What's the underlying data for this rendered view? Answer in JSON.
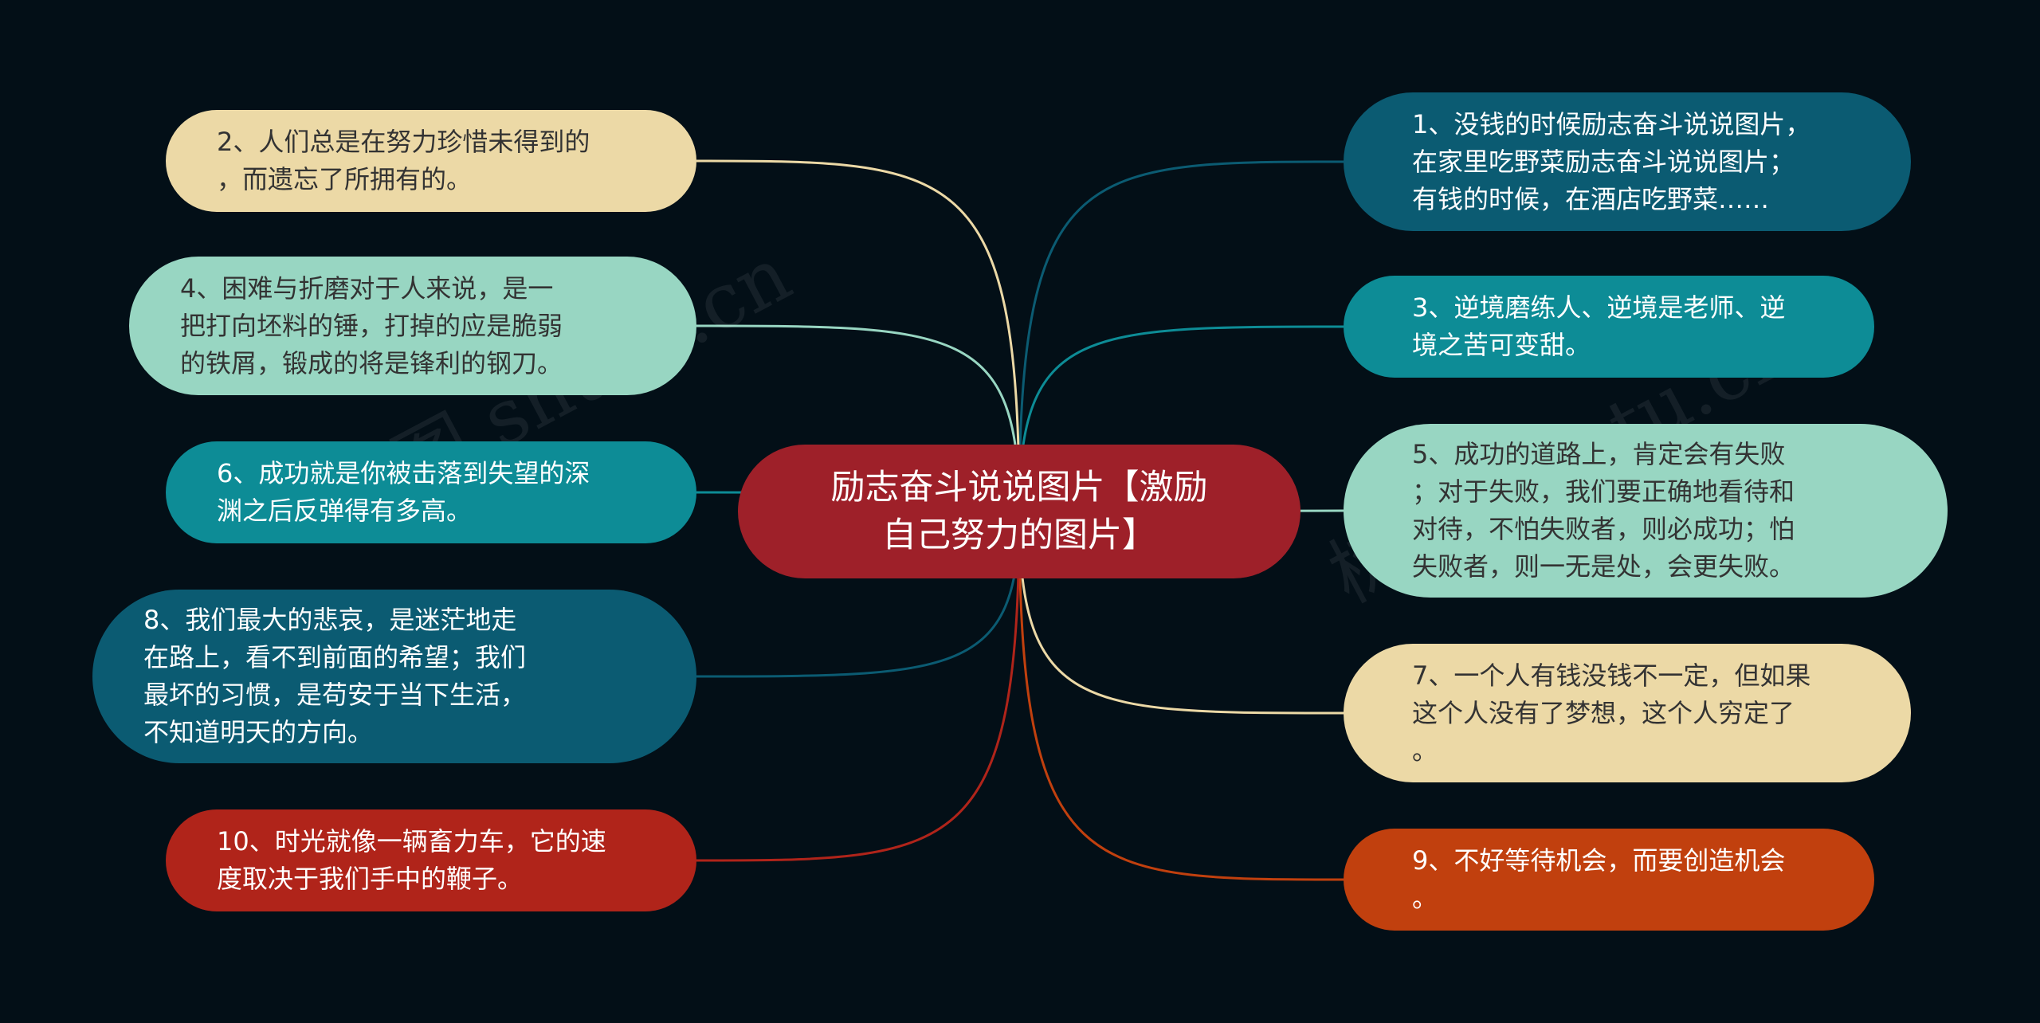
{
  "colors": {
    "background": "#030f17",
    "center": "#9e2029",
    "cream": "#ecd9a6",
    "mint": "#98d6c2",
    "teal": "#0d8c96",
    "dark_teal": "#0b5b72",
    "red": "#b0241a",
    "orange": "#c1400e"
  },
  "center": {
    "label": "励志奋斗说说图片【激励\n自己努力的图片】"
  },
  "watermarks": [
    "树图 shutu.cn",
    "树图 shutu.cn"
  ],
  "nodes": [
    {
      "id": "1",
      "side": "right",
      "color": "dark_teal",
      "text": "1、没钱的时候励志奋斗说说图片，\n在家里吃野菜励志奋斗说说图片；\n有钱的时候，在酒店吃野菜……"
    },
    {
      "id": "2",
      "side": "left",
      "color": "cream",
      "text": "2、人们总是在努力珍惜未得到的\n，而遗忘了所拥有的。"
    },
    {
      "id": "3",
      "side": "right",
      "color": "teal",
      "text": "3、逆境磨练人、逆境是老师、逆\n境之苦可变甜。"
    },
    {
      "id": "4",
      "side": "left",
      "color": "mint",
      "text": "4、困难与折磨对于人来说，是一\n把打向坯料的锤，打掉的应是脆弱\n的铁屑，锻成的将是锋利的钢刀。"
    },
    {
      "id": "5",
      "side": "right",
      "color": "mint",
      "text": "5、成功的道路上，肯定会有失败\n；对于失败，我们要正确地看待和\n对待，不怕失败者，则必成功；怕\n失败者，则一无是处，会更失败。"
    },
    {
      "id": "6",
      "side": "left",
      "color": "teal",
      "text": "6、成功就是你被击落到失望的深\n渊之后反弹得有多高。"
    },
    {
      "id": "7",
      "side": "right",
      "color": "cream",
      "text": "7、一个人有钱没钱不一定，但如果\n这个人没有了梦想，这个人穷定了\n。"
    },
    {
      "id": "8",
      "side": "left",
      "color": "dark_teal",
      "text": "8、我们最大的悲哀，是迷茫地走\n在路上，看不到前面的希望；我们\n最坏的习惯，是苟安于当下生活，\n不知道明天的方向。"
    },
    {
      "id": "9",
      "side": "right",
      "color": "orange",
      "text": "9、不好等待机会，而要创造机会\n。"
    },
    {
      "id": "10",
      "side": "left",
      "color": "red",
      "text": "10、时光就像一辆畜力车，它的速\n度取决于我们手中的鞭子。"
    }
  ]
}
